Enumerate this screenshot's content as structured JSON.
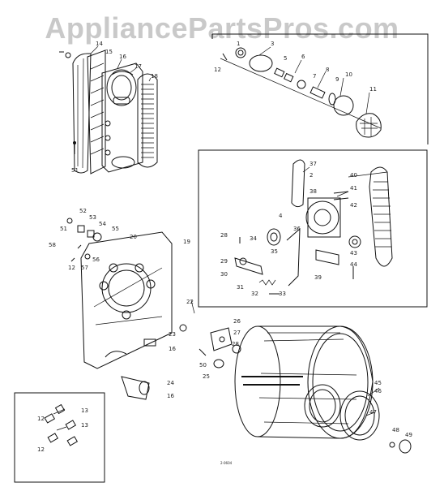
{
  "watermark": "AppliancePartsPros.com",
  "part_numbers": {
    "p14": "14",
    "p15": "15",
    "p16a": "16",
    "p17": "17",
    "p18": "18",
    "p51a": "51",
    "p12a": "12",
    "p1": "1",
    "p3": "3",
    "p5": "5",
    "p6": "6",
    "p7": "7",
    "p8": "8",
    "p9": "9",
    "p10": "10",
    "p11": "11",
    "p37": "37",
    "p2": "2",
    "p38": "38",
    "p40": "40",
    "p41": "41",
    "p42": "42",
    "p4": "4",
    "p36": "36",
    "p34": "34",
    "p35": "35",
    "p28a": "28",
    "p29": "29",
    "p30": "30",
    "p31": "31",
    "p32": "32",
    "p33": "33",
    "p39": "39",
    "p43": "43",
    "p44": "44",
    "p52": "52",
    "p53": "53",
    "p54": "54",
    "p55": "55",
    "p51b": "51",
    "p20": "20",
    "p19": "19",
    "p58": "58",
    "p12b": "12",
    "p57": "57",
    "p56": "56",
    "p22": "22",
    "p23": "23",
    "p16b": "16",
    "p24": "24",
    "p16c": "16",
    "p26": "26",
    "p27": "27",
    "p28b": "28",
    "p50": "50",
    "p25": "25",
    "p45": "45",
    "p46": "46",
    "p47": "47",
    "p48": "48",
    "p49": "49",
    "p12c": "12",
    "p13a": "13",
    "p13b": "13",
    "p12d": "12",
    "code": "2-0604"
  }
}
